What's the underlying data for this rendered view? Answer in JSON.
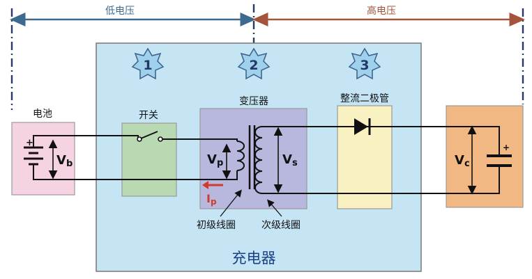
{
  "zones": {
    "low_voltage": "低电压",
    "high_voltage": "高电压"
  },
  "stages": [
    "1",
    "2",
    "3"
  ],
  "components": {
    "battery": "电池",
    "switch": "开关",
    "transformer": "变压器",
    "rectifier": "整流二极管",
    "charger": "充电器",
    "primary_coil": "初级线圈",
    "secondary_coil": "次级线圈"
  },
  "symbols": {
    "vb_main": "V",
    "vb_sub": "b",
    "vp_main": "V",
    "vp_sub": "p",
    "vs_main": "V",
    "vs_sub": "s",
    "vc_main": "V",
    "vc_sub": "c",
    "ip_main": "I",
    "ip_sub": "p",
    "battery_plus": "+",
    "cap_plus": "+"
  },
  "colors": {
    "low_arrow": "#3d6b8f",
    "high_arrow": "#a4543a",
    "charger_fill": "#c5e5f5",
    "battery_fill": "#f6d3e3",
    "switch_fill": "#b9d9b3",
    "transformer_fill": "#b8b8df",
    "rectifier_fill": "#faf1c2",
    "capacitor_fill": "#f2b883",
    "current_arrow": "#d23a2a"
  }
}
